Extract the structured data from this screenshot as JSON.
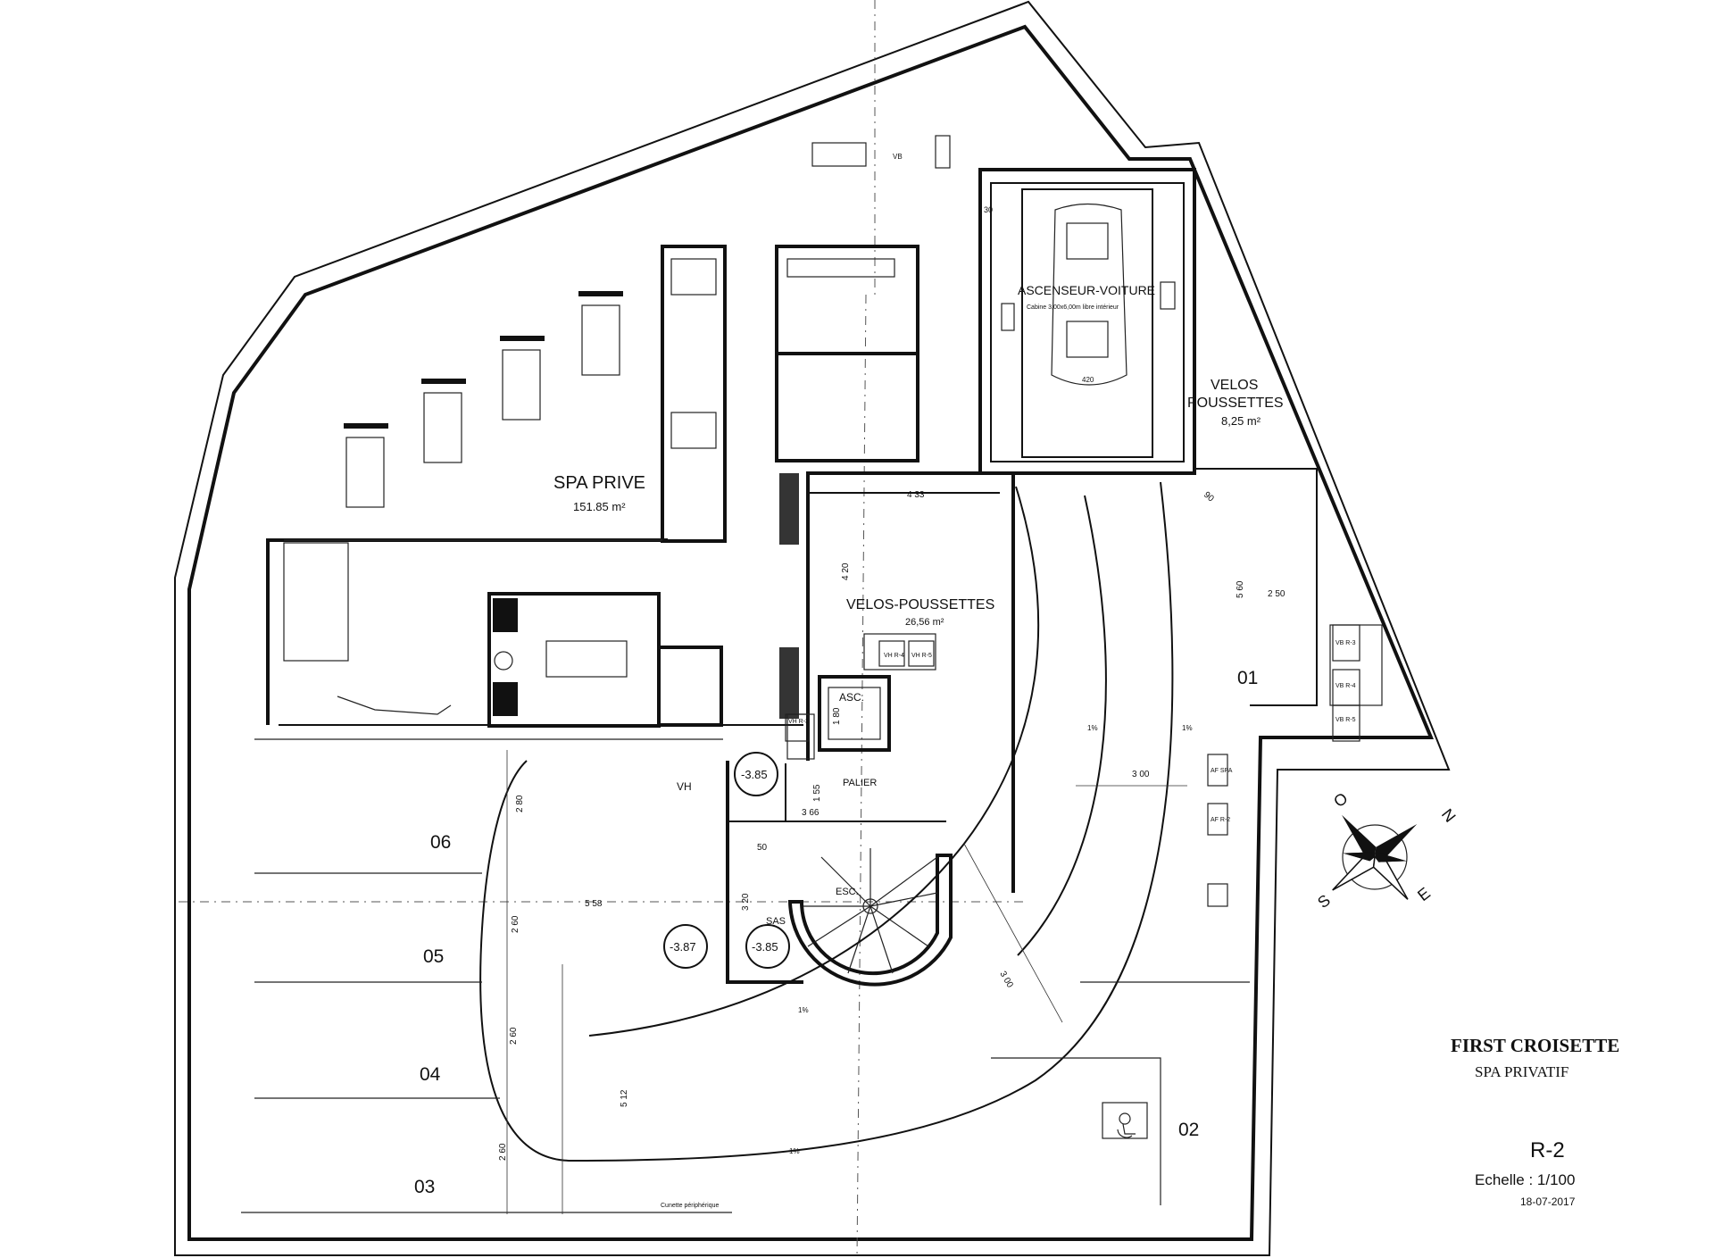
{
  "plan": {
    "project_title": "FIRST CROISETTE",
    "project_subtitle": "SPA PRIVATIF",
    "level": "R-2",
    "scale": "Echelle : 1/100",
    "date": "18-07-2017"
  },
  "rooms": {
    "spa_name": "SPA PRIVE",
    "spa_area": "151.85 m²",
    "velos_main_name": "VELOS-POUSSETTES",
    "velos_main_area": "26,56 m²",
    "velos_small_line1": "VELOS",
    "velos_small_line2": "POUSSETTES",
    "velos_small_area": "8,25 m²",
    "car_lift": "ASCENSEUR-VOITURE",
    "car_lift_note": "Cabine 3,00x6,00m libre intérieur",
    "lift": "ASC.",
    "landing": "PALIER",
    "stairs": "ESC.",
    "airlock": "SAS",
    "vh_label": "VH"
  },
  "parking_spaces": [
    "06",
    "05",
    "04",
    "03",
    "02",
    "01"
  ],
  "levels": {
    "landing_level": "-3.85",
    "sas_level": "-3.85",
    "stair_level": "-3.87"
  },
  "dimensions": {
    "d_433": "4 33",
    "d_420": "4 20",
    "d_560": "5 60",
    "d_250": "2 50",
    "d_300_a": "3 00",
    "d_300_b": "3 00",
    "d_280": "2 80",
    "d_260_a": "2 60",
    "d_260_b": "2 60",
    "d_260_c": "2 60",
    "d_558": "5 58",
    "d_512": "5 12",
    "d_155": "1 55",
    "d_366": "3 66",
    "d_180": "1 80",
    "d_50": "50",
    "d_320": "3 20",
    "d_90": "90",
    "d_420_car": "420",
    "d_30": "30"
  },
  "side_labels": {
    "vb_r3": "VB R-3",
    "vb_r4": "VB R-4",
    "vb_r5": "VB R-5",
    "vh_r4": "VH R-4",
    "vh_r5": "VH R-5",
    "vh_r3": "VH R-3",
    "af_spa": "AF SPA",
    "af_r2": "AF R-2",
    "vb_top": "VB",
    "slope_1": "1%",
    "slope_2": "1%",
    "slope_3": "1%",
    "slope_4": "1%",
    "cunette": "Cunette périphérique"
  },
  "compass": {
    "n": "N",
    "s": "S",
    "e": "E",
    "o": "O"
  }
}
